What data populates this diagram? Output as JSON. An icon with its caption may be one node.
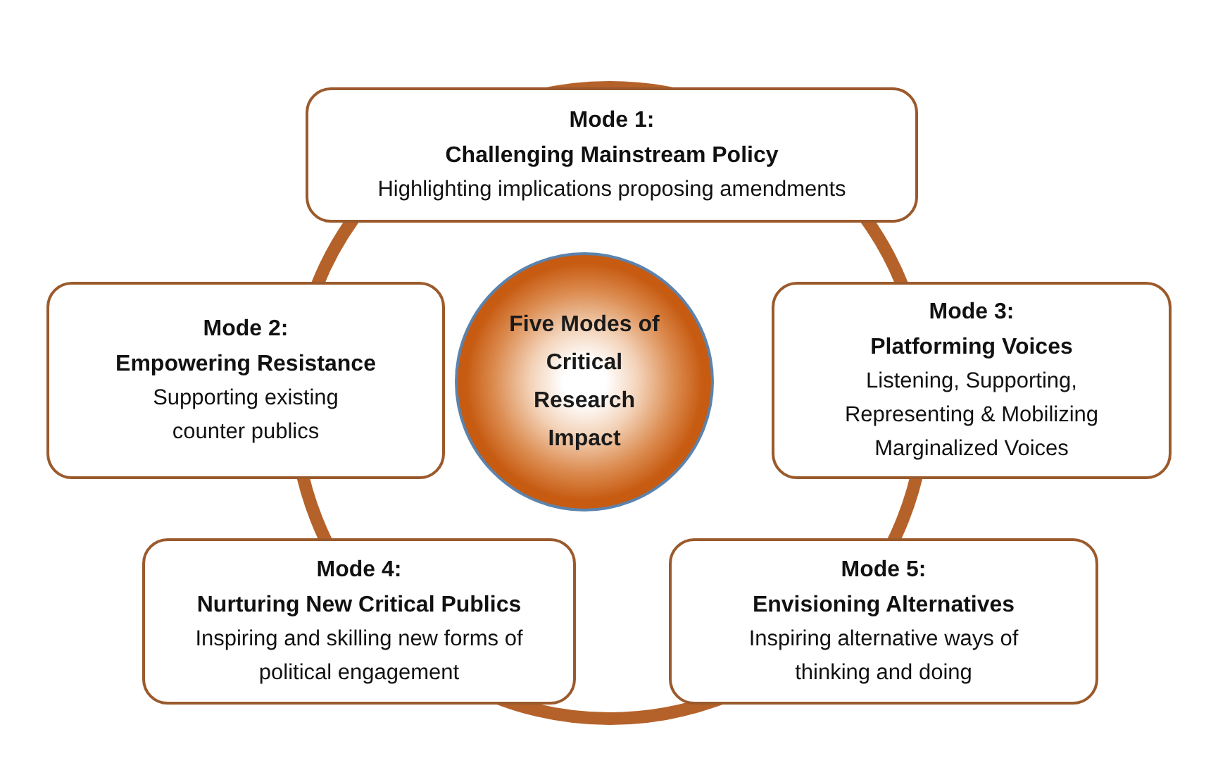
{
  "diagram": {
    "nodes": [
      {
        "text": [
          "Five Modes of Critical Research Impact"
        ]
      },
      {
        "text": [
          "Mode 1:",
          "Challenging Mainstream Policy",
          "Highlighting implications proposing amendments"
        ]
      },
      {
        "text": [
          "Mode 2:",
          "Empowering Resistance",
          "Supporting existing counter publics"
        ]
      },
      {
        "text": [
          "Mode 3:",
          "Platforming Voices",
          "Listening, Supporting, Representing & Mobilizing Marginalized Voices"
        ]
      },
      {
        "text": [
          "Mode 4:",
          "Nurturing New Critical Publics",
          "Inspiring and skilling new forms of political engagement"
        ]
      },
      {
        "text": [
          "Mode 5:",
          "Envisioning Alternatives",
          "Inspiring alternative ways of thinking and doing"
        ]
      }
    ]
  }
}
